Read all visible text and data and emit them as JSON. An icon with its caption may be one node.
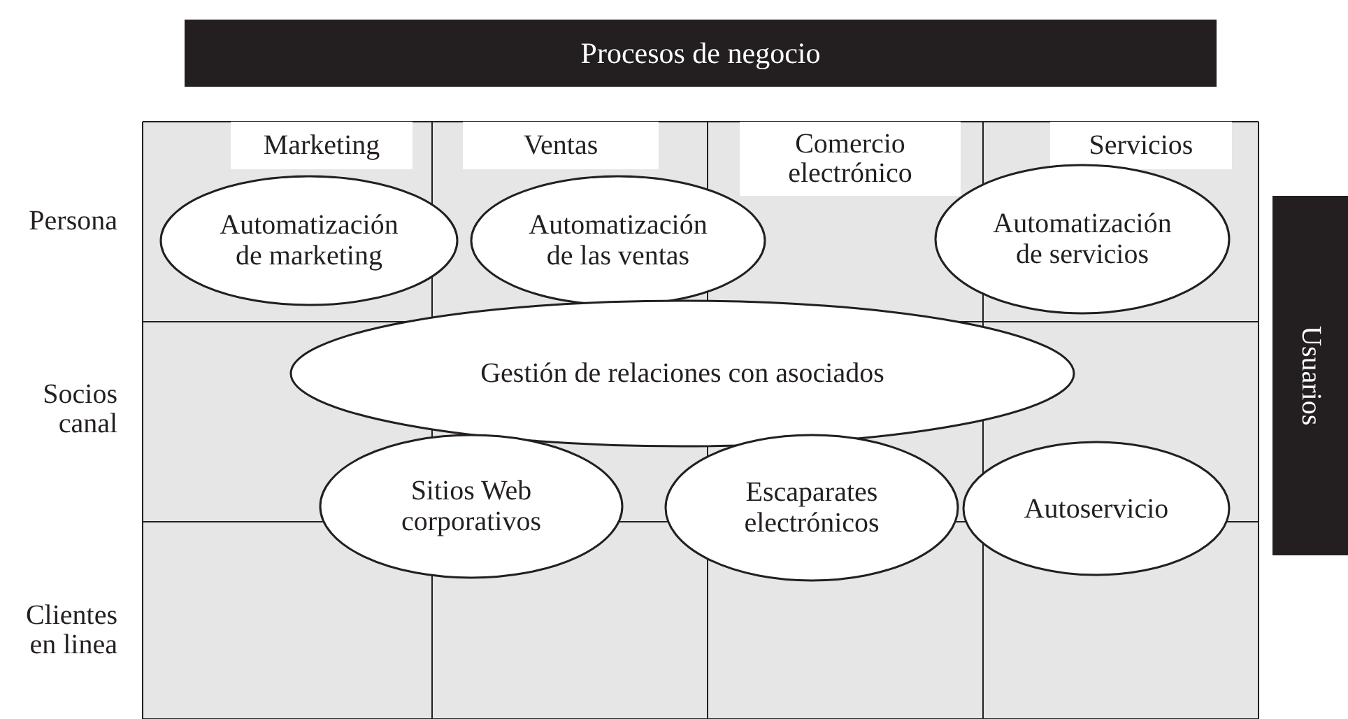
{
  "diagram": {
    "nodes": [
      {
        "text": [
          "Procesos de negocio"
        ]
      },
      {
        "text": [
          "Marketing"
        ]
      },
      {
        "text": [
          "Ventas"
        ]
      },
      {
        "text": [
          "Comercio electrónico"
        ]
      },
      {
        "text": [
          "Servicios"
        ]
      },
      {
        "text": [
          "Usuarios"
        ]
      },
      {
        "text": [
          "Automatización de marketing"
        ]
      },
      {
        "text": [
          "Automatización de las ventas"
        ]
      },
      {
        "text": [
          "Automatización de servicios"
        ]
      },
      {
        "text": [
          "Gestión de relaciones con asociados"
        ]
      },
      {
        "text": [
          "Sitios Web corporativos"
        ]
      },
      {
        "text": [
          "Escaparates electrónicos"
        ]
      },
      {
        "text": [
          "Autoservicio"
        ]
      }
    ],
    "labels": [
      "Persona",
      "Socios canal",
      "Clientes en linea"
    ]
  }
}
